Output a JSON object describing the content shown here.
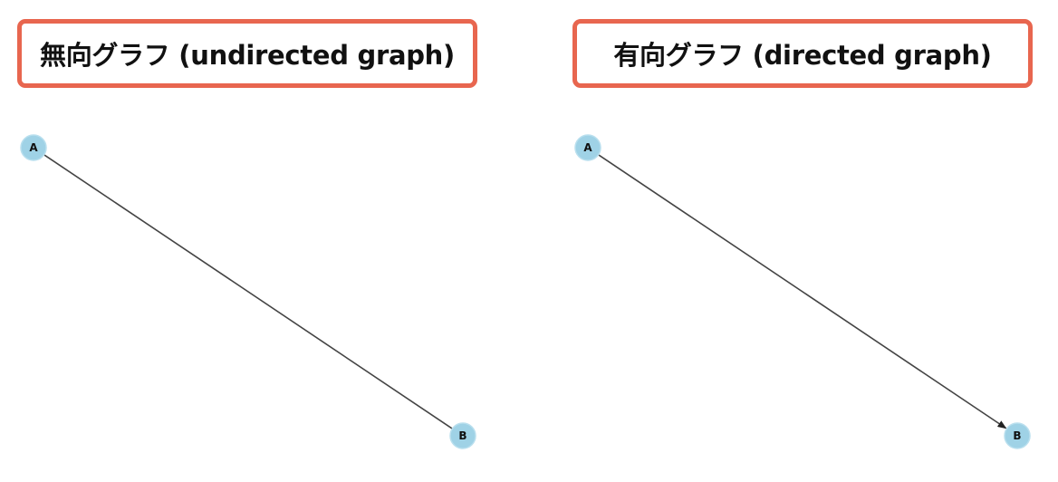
{
  "colors": {
    "title_border": "#E8664F",
    "node_fill": "#9FD2E6",
    "edge": "#444444",
    "text": "#111111"
  },
  "panels": [
    {
      "id": "undirected",
      "title": "無向グラフ (undirected graph)",
      "directed": false,
      "nodes": [
        {
          "id": "A",
          "label": "A"
        },
        {
          "id": "B",
          "label": "B"
        }
      ],
      "edges": [
        {
          "from": "A",
          "to": "B"
        }
      ]
    },
    {
      "id": "directed",
      "title": "有向グラフ (directed graph)",
      "directed": true,
      "nodes": [
        {
          "id": "A",
          "label": "A"
        },
        {
          "id": "B",
          "label": "B"
        }
      ],
      "edges": [
        {
          "from": "A",
          "to": "B"
        }
      ]
    }
  ]
}
